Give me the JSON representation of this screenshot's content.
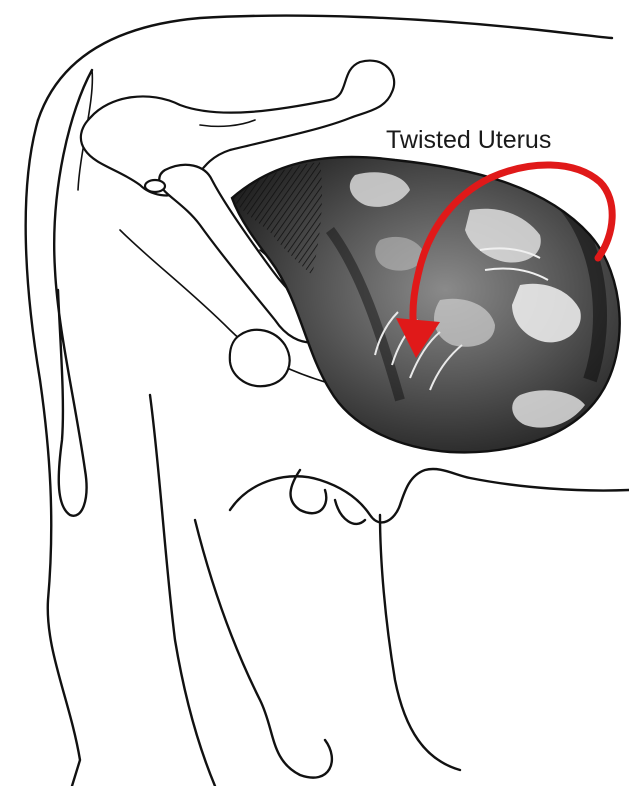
{
  "diagram": {
    "label": "Twisted Uterus",
    "arrow_color": "#e01919",
    "uterus_fill": "#3a3a3a",
    "icons": [
      "cow-hindquarter-illustration",
      "rotation-arrow"
    ]
  }
}
